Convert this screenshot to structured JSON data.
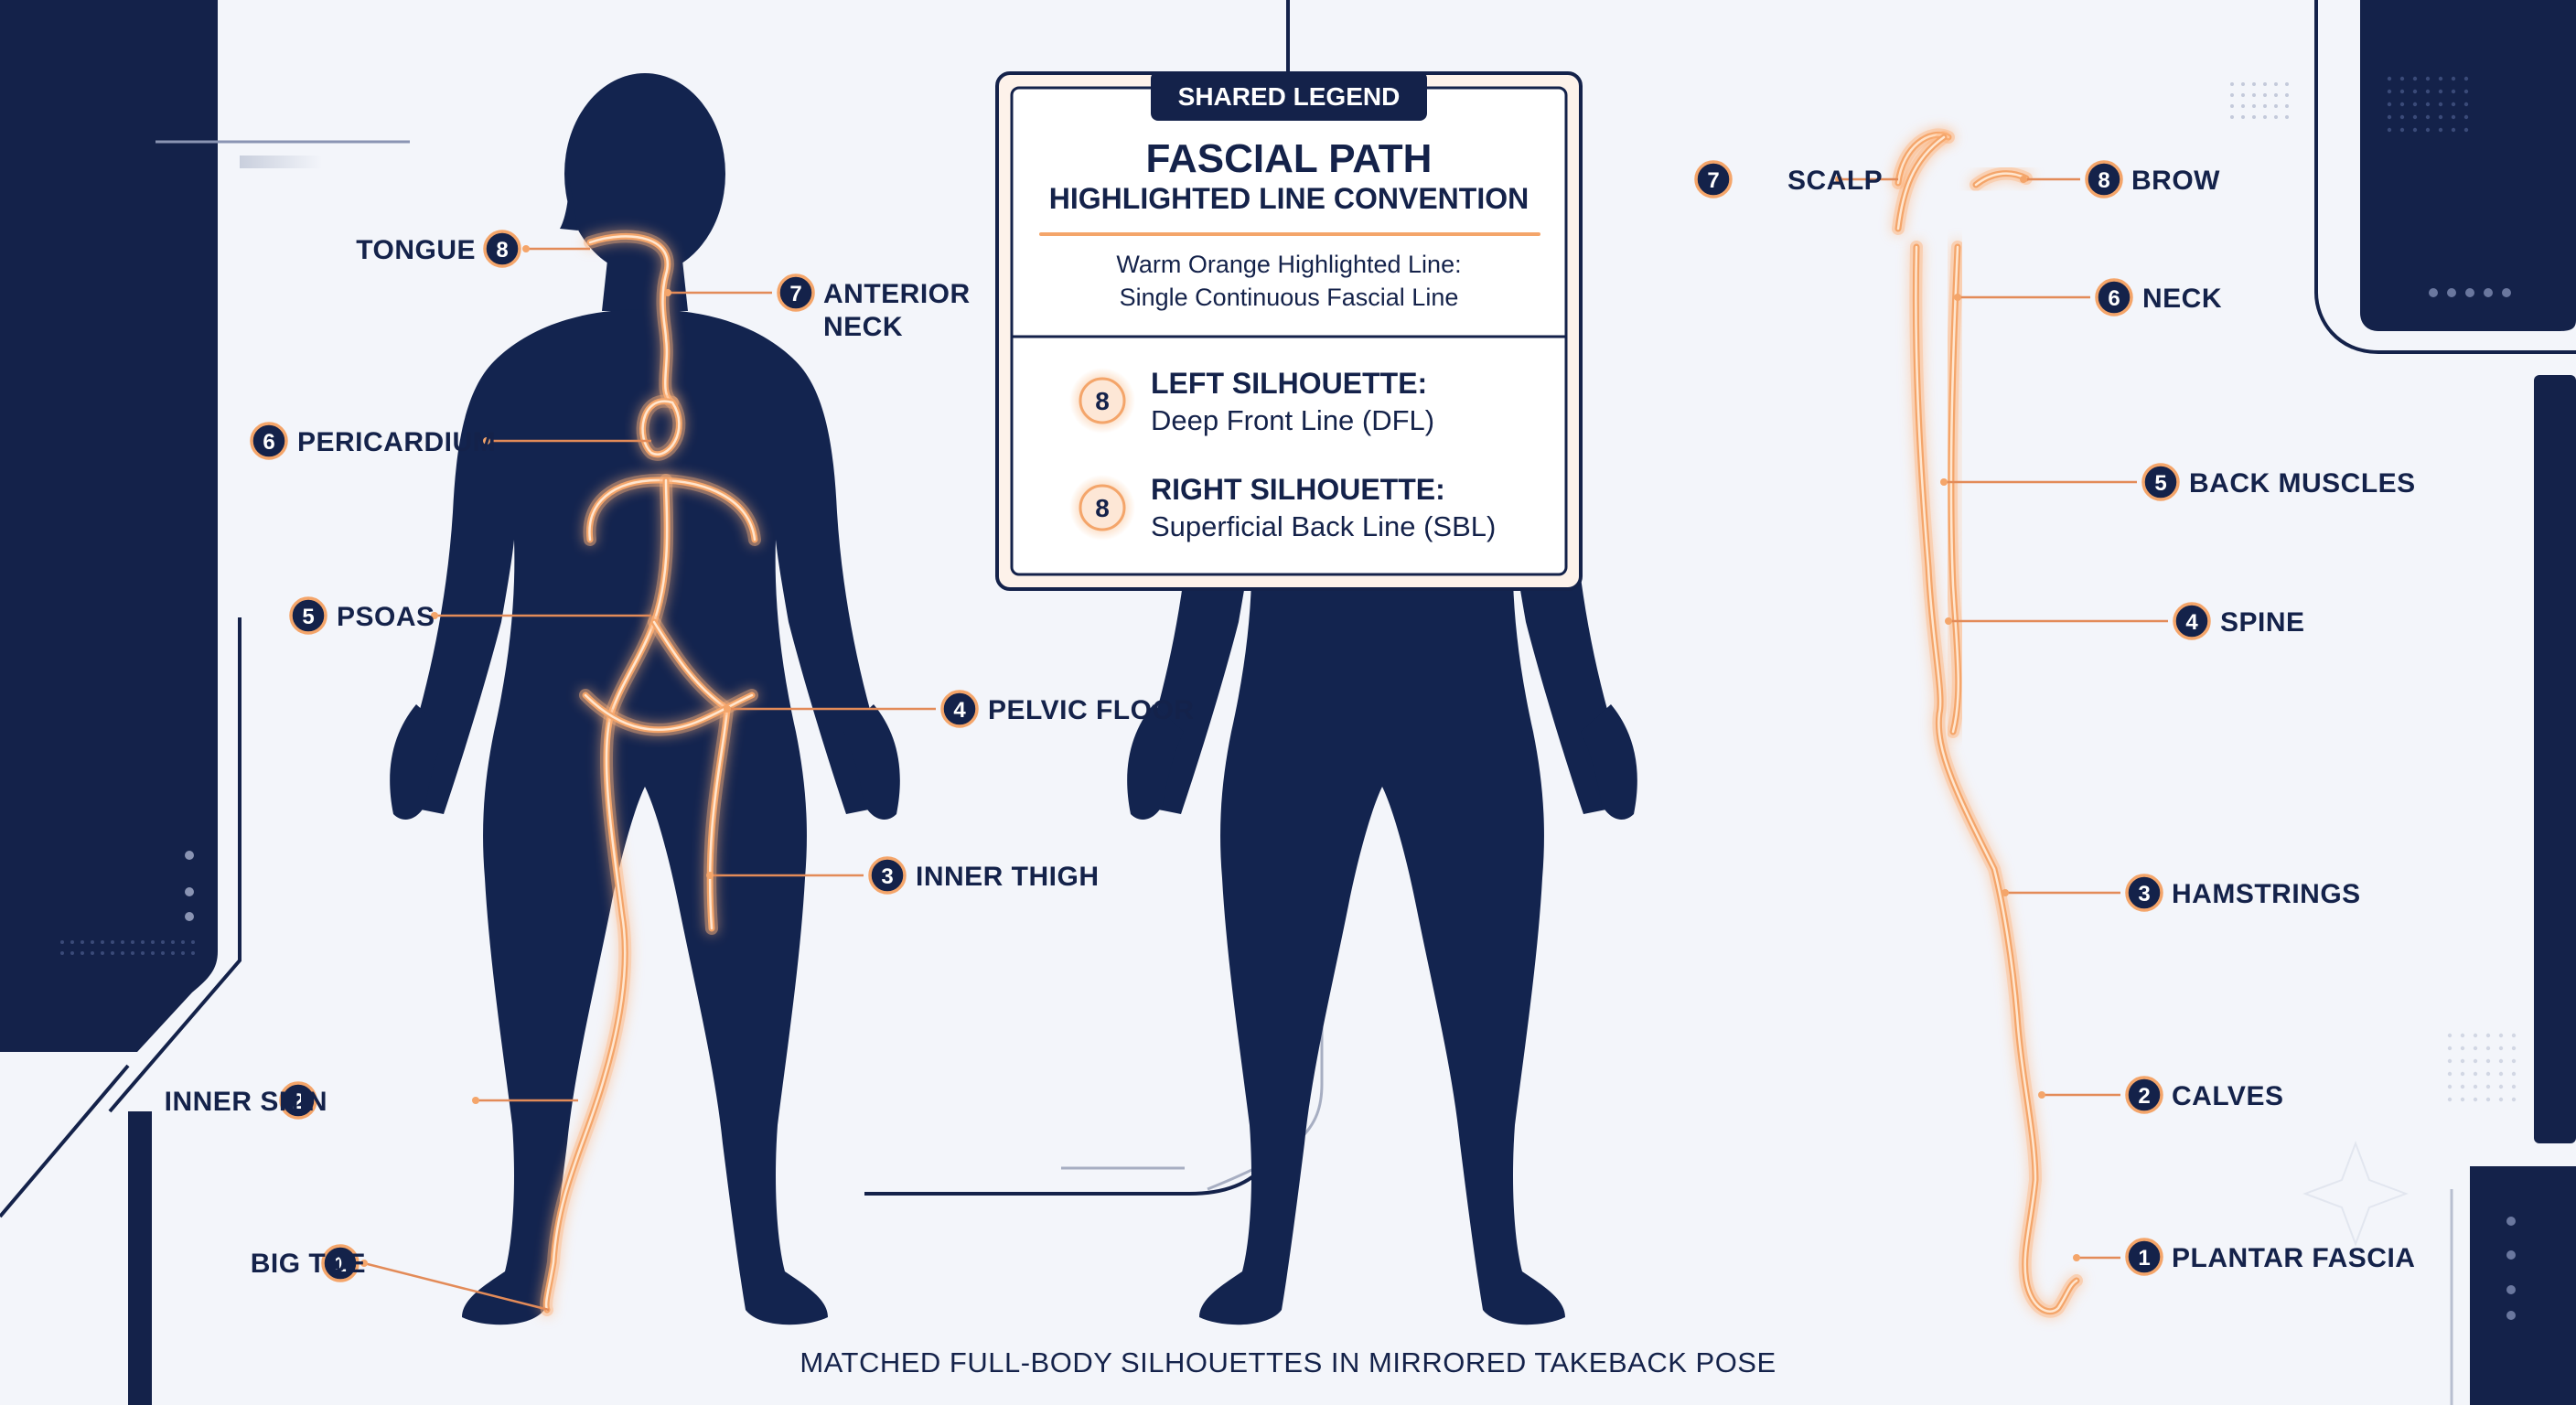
{
  "colors": {
    "background": "#f3f5fa",
    "navy": "#14224a",
    "silhouette": "#13244f",
    "line_orange": "#f4a56a",
    "line_glow": "#ffb37a",
    "line_core": "#ffe6cf",
    "leader": "#e38b58"
  },
  "legend": {
    "tab_label": "SHARED LEGEND",
    "title": "FASCIAL PATH",
    "subtitle": "HIGHLIGHTED LINE CONVENTION",
    "line_description_1": "Warm Orange Highlighted Line:",
    "line_description_2": "Single Continuous Fascial Line",
    "entries": [
      {
        "badge": "8",
        "heading": "LEFT SILHOUETTE:",
        "detail": "Deep Front Line (DFL)"
      },
      {
        "badge": "8",
        "heading": "RIGHT SILHOUETTE:",
        "detail": "Superficial Back Line (SBL)"
      }
    ]
  },
  "left_figure": {
    "line_name": "Deep Front Line (DFL)",
    "landmarks": [
      {
        "number": "1",
        "label": "BIG TOE"
      },
      {
        "number": "2",
        "label": "INNER SHIN"
      },
      {
        "number": "3",
        "label": "INNER THIGH"
      },
      {
        "number": "4",
        "label": "PELVIC FLOOR"
      },
      {
        "number": "5",
        "label": "PSOAS"
      },
      {
        "number": "6",
        "label": "PERICARDIUM"
      },
      {
        "number": "7",
        "label": "ANTERIOR",
        "label_line2": "NECK"
      },
      {
        "number": "8",
        "label": "TONGUE"
      }
    ]
  },
  "right_figure": {
    "line_name": "Superficial Back Line (SBL)",
    "landmarks": [
      {
        "number": "1",
        "label": "PLANTAR FASCIA"
      },
      {
        "number": "2",
        "label": "CALVES"
      },
      {
        "number": "3",
        "label": "HAMSTRINGS"
      },
      {
        "number": "4",
        "label": "SPINE"
      },
      {
        "number": "5",
        "label": "BACK MUSCLES"
      },
      {
        "number": "6",
        "label": "NECK"
      },
      {
        "number": "7",
        "label": "SCALP"
      },
      {
        "number": "8",
        "label": "BROW"
      }
    ]
  },
  "caption": "MATCHED FULL-BODY SILHOUETTES IN MIRRORED TAKEBACK POSE"
}
